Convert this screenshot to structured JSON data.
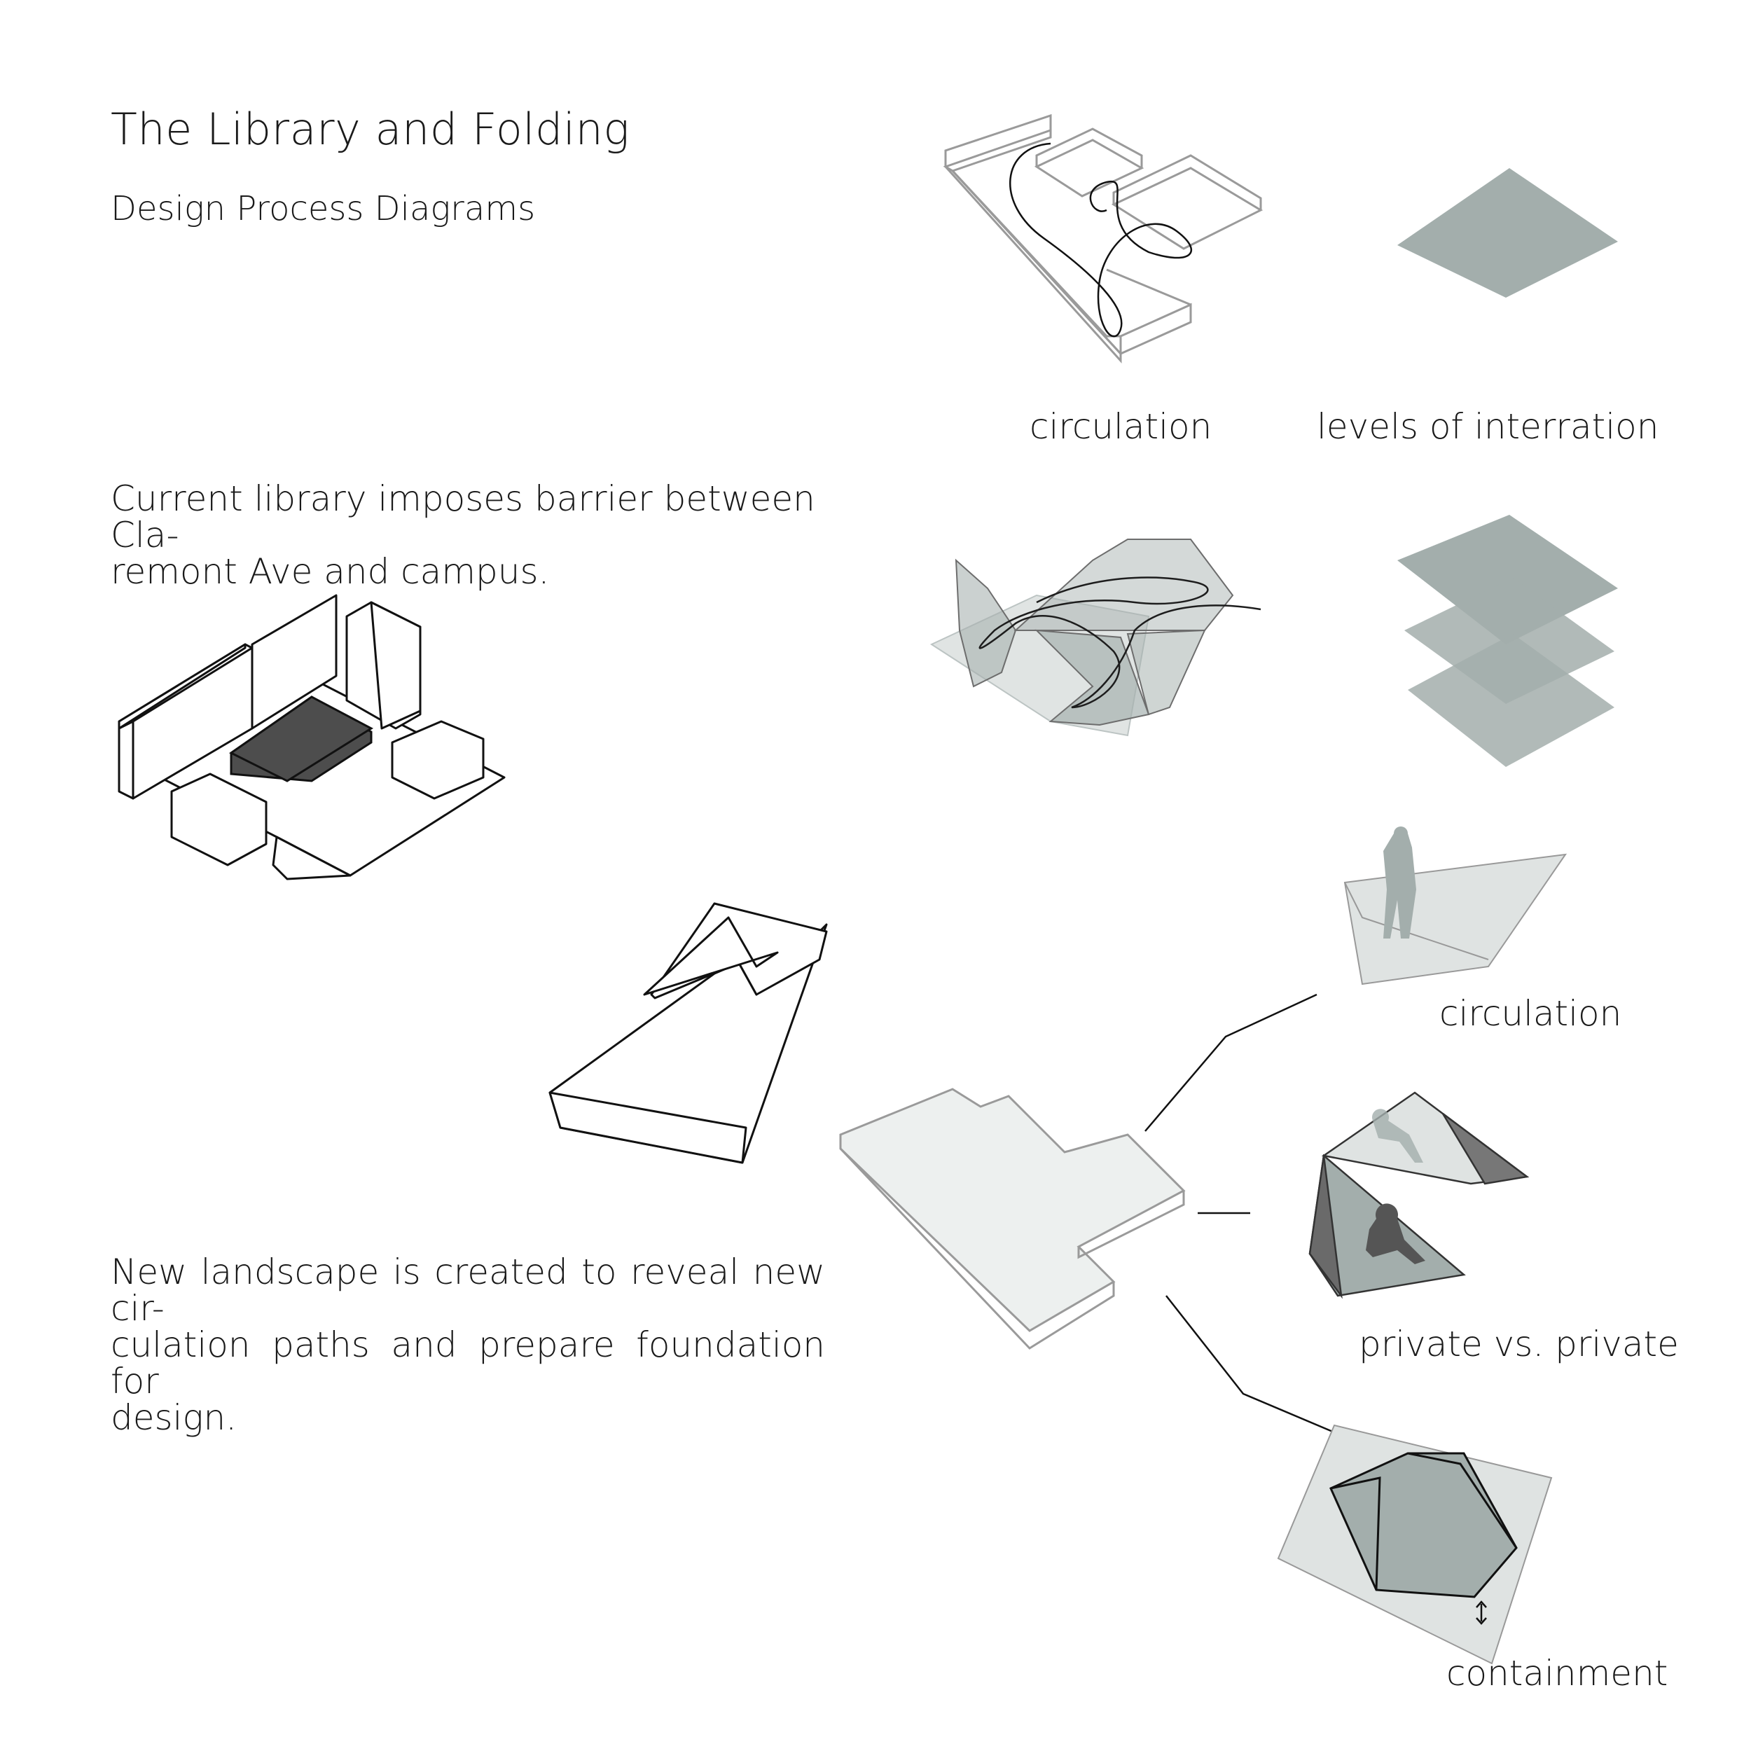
{
  "header": {
    "title": "The Library and Folding",
    "subtitle": "Design Process Diagrams"
  },
  "text_blocks": {
    "current_library": "Current library imposes barrier between Cla-\nremont  Ave and campus.",
    "new_landscape": "New landscape is created to reveal new cir-\nculation paths and prepare foundation for\ndesign."
  },
  "diagram_labels": {
    "circulation_top": "circulation",
    "levels": "levels of interration",
    "circulation_branch": "circulation",
    "private": "private vs. private",
    "containment": "containment"
  },
  "colors": {
    "plane_gray": "#a3aeac",
    "translucent_plane": "#dfe3e2",
    "dark_volume": "#4d4d4d",
    "line": "#111111"
  }
}
